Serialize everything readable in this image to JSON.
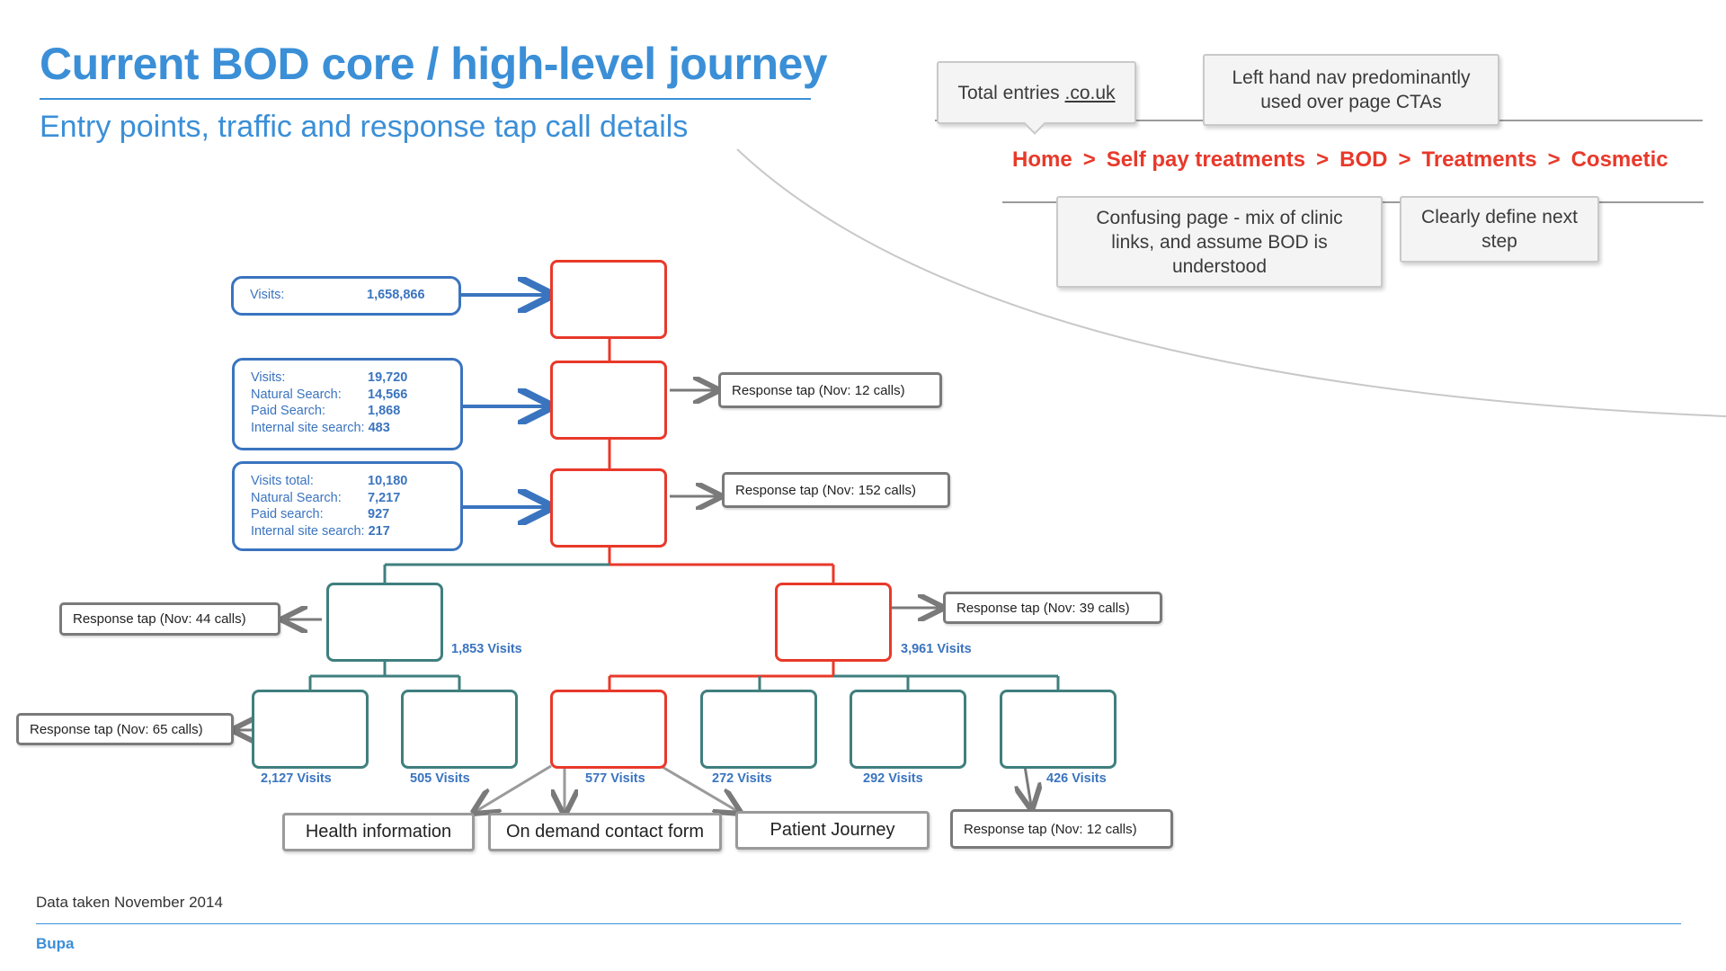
{
  "header": {
    "title": "Current BOD core / high-level journey",
    "subtitle": "Entry points, traffic and response tap call details"
  },
  "breadcrumb": {
    "items": [
      "Home",
      "Self pay treatments",
      "BOD",
      "Treatments",
      "Cosmetic"
    ],
    "separator": ">"
  },
  "callouts": {
    "total_entries": {
      "prefix": "Total entries ",
      "link": ".co.uk"
    },
    "left_nav": "Left hand nav predominantly used over page CTAs",
    "confusing_page": "Confusing page - mix of clinic links, and assume BOD is understood",
    "next_step": "Clearly define next step"
  },
  "entry_points": [
    {
      "rows": [
        {
          "label": "Visits:",
          "value": "1,658,866"
        }
      ]
    },
    {
      "rows": [
        {
          "label": "Visits:",
          "value": "19,720"
        },
        {
          "label": "Natural Search:",
          "value": "14,566"
        },
        {
          "label": "Paid Search:",
          "value": "1,868"
        },
        {
          "label": "Internal site search:",
          "value": "483"
        }
      ]
    },
    {
      "rows": [
        {
          "label": "Visits total:",
          "value": "10,180"
        },
        {
          "label": "Natural Search:",
          "value": "7,217"
        },
        {
          "label": "Paid search:",
          "value": "927"
        },
        {
          "label": "Internal site search:",
          "value": "217"
        }
      ]
    }
  ],
  "response_taps": {
    "level2": "Response tap (Nov: 12 calls)",
    "level3": "Response tap (Nov: 152 calls)",
    "left_branch": "Response tap (Nov: 44 calls)",
    "right_branch": "Response tap (Nov: 39 calls)",
    "leaf_left": "Response tap (Nov: 65 calls)",
    "leaf_right": "Response tap (Nov: 12 calls)"
  },
  "visits": {
    "left_branch": "1,853 Visits",
    "right_branch": "3,961 Visits",
    "leaf1": "2,127 Visits",
    "leaf2": "505 Visits",
    "leaf3": "577 Visits",
    "leaf4": "272 Visits",
    "leaf5": "292 Visits",
    "leaf6": "426 Visits"
  },
  "destinations": {
    "health_information": "Health information",
    "contact_form": "On demand contact form",
    "patient_journey": "Patient Journey"
  },
  "footer": {
    "note": "Data taken November 2014",
    "brand": "Bupa"
  },
  "colors": {
    "title_blue": "#3b8fd7",
    "entry_blue": "#3a74bf",
    "primary_red": "#e8392a",
    "secondary_teal": "#3f7f7e",
    "neutral_grey": "#7a7a7a"
  }
}
